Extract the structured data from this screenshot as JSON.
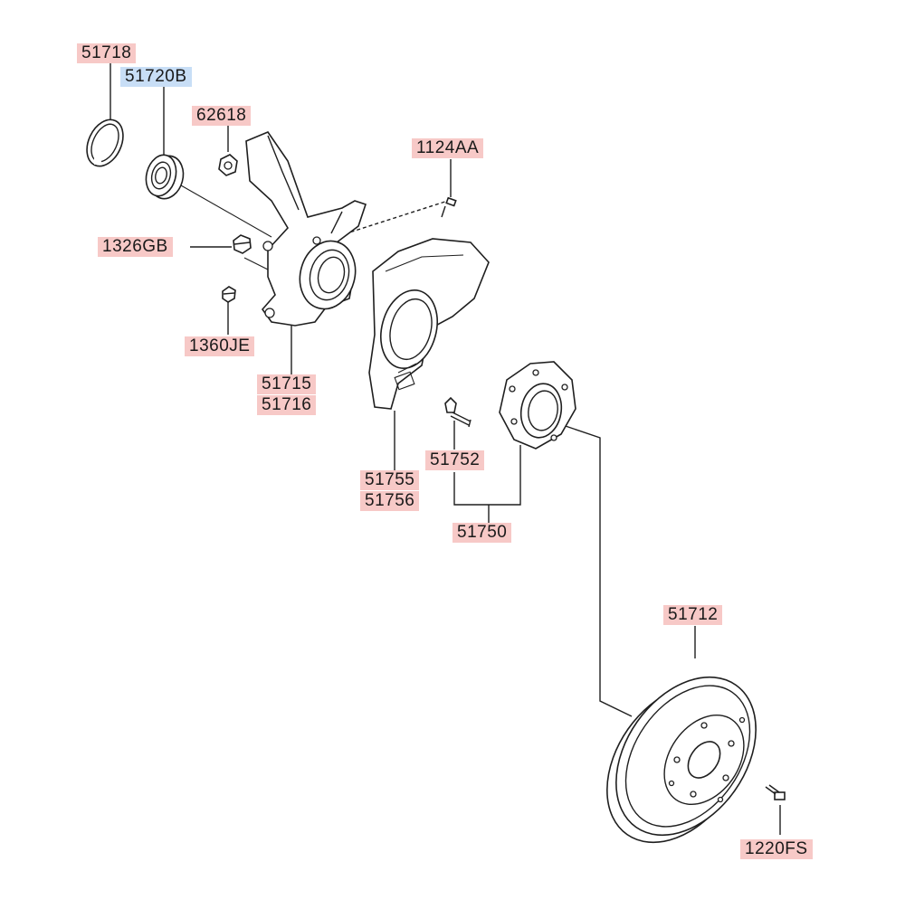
{
  "labels": {
    "p51718": "51718",
    "p51720B": "51720B",
    "p62618": "62618",
    "p1124AA": "1124AA",
    "p1326GB": "1326GB",
    "p1360JE": "1360JE",
    "p51715": "51715",
    "p51716": "51716",
    "p51755": "51755",
    "p51756": "51756",
    "p51752": "51752",
    "p51750": "51750",
    "p51712": "51712",
    "p1220FS": "1220FS"
  },
  "colors": {
    "label_red": "#f7c9c7",
    "label_blue": "#c8def6",
    "line": "#1f1f1f"
  }
}
